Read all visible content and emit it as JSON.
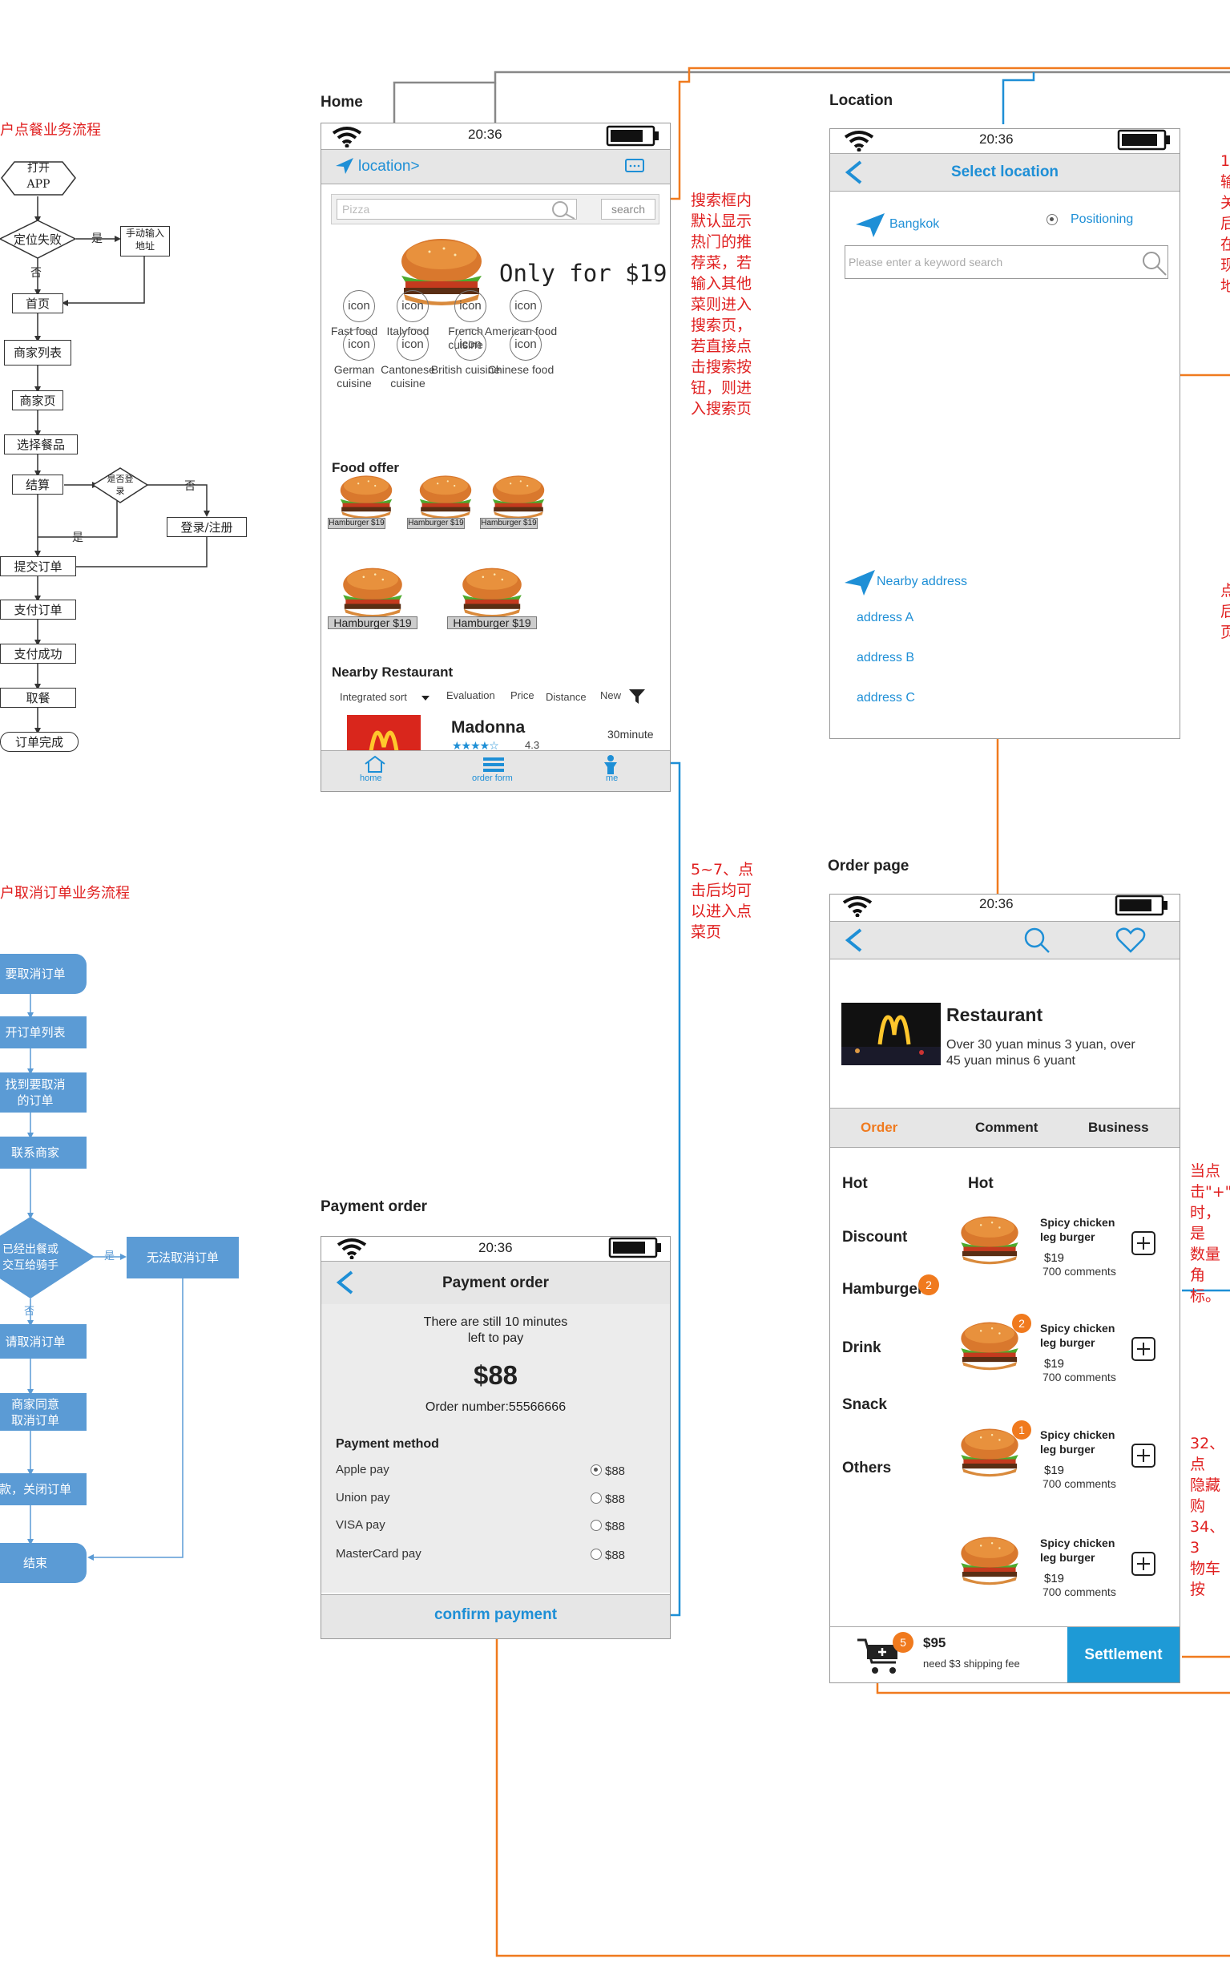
{
  "flow1": {
    "title": "户点餐业务流程",
    "open": "打开\nAPP",
    "locate_fail": "定位失败",
    "yes": "是",
    "no": "否",
    "manual": "手动输入\n地址",
    "home": "首页",
    "merchant_list": "商家列表",
    "merchant_page": "商家页",
    "select_food": "选择餐品",
    "checkout": "结算",
    "login_q": "是否登\n录",
    "login": "登录/注册",
    "submit": "提交订单",
    "pay": "支付订单",
    "pay_ok": "支付成功",
    "pickup": "取餐",
    "done": "订单完成"
  },
  "flow2": {
    "title": "户取消订单业务流程",
    "need_cancel": "要取消订单",
    "open_list": "开订单列表",
    "find": "找到要取消\n的订单",
    "contact": "联系商家",
    "shipped": "已经出餐或\n交互给骑手",
    "yes": "是",
    "no": "否",
    "cannot": "无法取消订单",
    "apply": "请取消订单",
    "agree": "商家同意\n取消订单",
    "refund": "款，关闭订单",
    "end": "结束"
  },
  "home": {
    "section": "Home",
    "time": "20:36",
    "location": "location>",
    "search_placeholder": "Pizza",
    "search_btn": "search",
    "banner": "Only for $19",
    "categories": [
      {
        "icon": "icon",
        "label": "Fast food"
      },
      {
        "icon": "icon",
        "label": "Italyfood"
      },
      {
        "icon": "icon",
        "label": "French\ncuisine"
      },
      {
        "icon": "icon",
        "label": "American food"
      },
      {
        "icon": "icon",
        "label": "German\ncuisine"
      },
      {
        "icon": "icon",
        "label": "Cantonese\ncuisine"
      },
      {
        "icon": "icon",
        "label": "British cuisine"
      },
      {
        "icon": "icon",
        "label": "Chinese food"
      }
    ],
    "food_offer": "Food offer",
    "offers": [
      "Hamburger $19",
      "Hamburger $19",
      "Hamburger $19",
      "Hamburger $19",
      "Hamburger $19"
    ],
    "nearby": "Nearby Restaurant",
    "sorts": [
      "Integrated sort",
      "Evaluation",
      "Price",
      "Distance",
      "New"
    ],
    "restaurant": "Madonna",
    "rating": "4.3",
    "eta": "30minute",
    "tabs": [
      "home",
      "order form",
      "me"
    ]
  },
  "notes": {
    "search_note": "搜索框内\n默认显示\n热门的推\n荐菜，若\n输入其他\n菜则进入\n搜索页，\n若直接点\n击搜索按\n钮，则进\n入搜索页",
    "tap_note": "5~7、点\n击后均可\n以进入点\n菜页",
    "loc_note": "1\n输\n关\n后\n在\n现\n地",
    "nearby_note": "点\n后\n页",
    "plus_note": "当点\n击\"+\"\n时，是\n数量角\n标。",
    "settle_note": "32、点\n隐藏购\n34、3\n物车按"
  },
  "location": {
    "section": "Location",
    "time": "20:36",
    "title": "Select location",
    "city": "Bangkok",
    "positioning": "Positioning",
    "search_placeholder": "Please enter a keyword search",
    "nearby": "Nearby address",
    "addresses": [
      "address A",
      "address B",
      "address C"
    ]
  },
  "order": {
    "section": "Order page",
    "time": "20:36",
    "restaurant": "Restaurant",
    "promo": "Over 30 yuan minus 3 yuan, over\n45 yuan minus 6 yuant",
    "tabs": [
      "Order",
      "Comment",
      "Business"
    ],
    "menu": [
      "Hot",
      "Discount",
      "Hamburger",
      "Drink",
      "Snack",
      "Others"
    ],
    "menu_badge": "2",
    "list_title": "Hot",
    "items": [
      {
        "name": "Spicy chicken\nleg burger",
        "price": "$19",
        "comments": "700 comments",
        "badge": ""
      },
      {
        "name": "Spicy chicken\nleg burger",
        "price": "$19",
        "comments": "700 comments",
        "badge": "2"
      },
      {
        "name": "Spicy chicken\nleg burger",
        "price": "$19",
        "comments": "700 comments",
        "badge": "1"
      },
      {
        "name": "Spicy chicken\nleg burger",
        "price": "$19",
        "comments": "700 comments",
        "badge": ""
      }
    ],
    "cart_badge": "5",
    "total": "$95",
    "shipping": "need $3  shipping fee",
    "settlement": "Settlement"
  },
  "payment": {
    "section": "Payment order",
    "time": "20:36",
    "title": "Payment order",
    "remaining": "There are still 10 minutes\nleft to pay",
    "amount": "$88",
    "order_number": "Order number:55566666",
    "method_title": "Payment method",
    "methods": [
      {
        "name": "Apple pay",
        "price": "$88",
        "selected": true
      },
      {
        "name": "Union pay",
        "price": "$88",
        "selected": false
      },
      {
        "name": "VISA pay",
        "price": "$88",
        "selected": false
      },
      {
        "name": "MasterCard pay",
        "price": "$88",
        "selected": false
      }
    ],
    "confirm": "confirm payment"
  },
  "colors": {
    "accent": "#1e8fd6",
    "orange": "#f07a1e",
    "red_note": "#e02020",
    "flow_blue": "#5b9bd5",
    "settle": "#1e9ad6"
  }
}
